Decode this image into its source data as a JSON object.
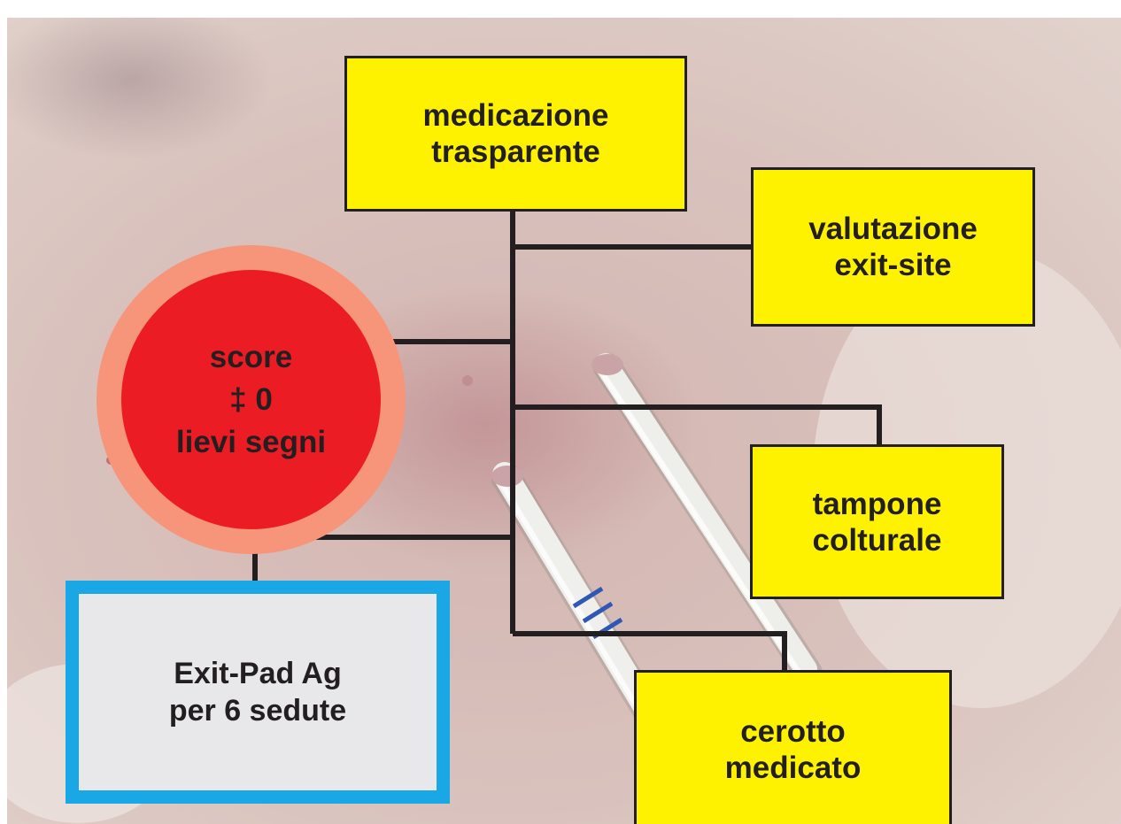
{
  "nodes": {
    "top": {
      "line1": "medicazione",
      "line2": "trasparente"
    },
    "valutazione": {
      "line1": "valutazione",
      "line2": "exit-site"
    },
    "tampone": {
      "line1": "tampone",
      "line2": "colturale"
    },
    "cerotto": {
      "line1": "cerotto",
      "line2": "medicato"
    },
    "exit_pad": {
      "line1": "Exit-Pad Ag",
      "line2": "per 6 sedute"
    },
    "score": {
      "line1": "score",
      "line2": "‡ 0",
      "line3": "lievi segni"
    }
  },
  "colors": {
    "box_fill": "#fff200",
    "connector": "#231f20",
    "score_fill": "#ec1c24",
    "score_ring": "#f7957a",
    "exit_pad_border": "#1aa7e6",
    "exit_pad_fill": "#e8e8ea",
    "catheter_stripes": "#2f57b5"
  },
  "background": "skin-photo-with-two-catheter-tubes"
}
